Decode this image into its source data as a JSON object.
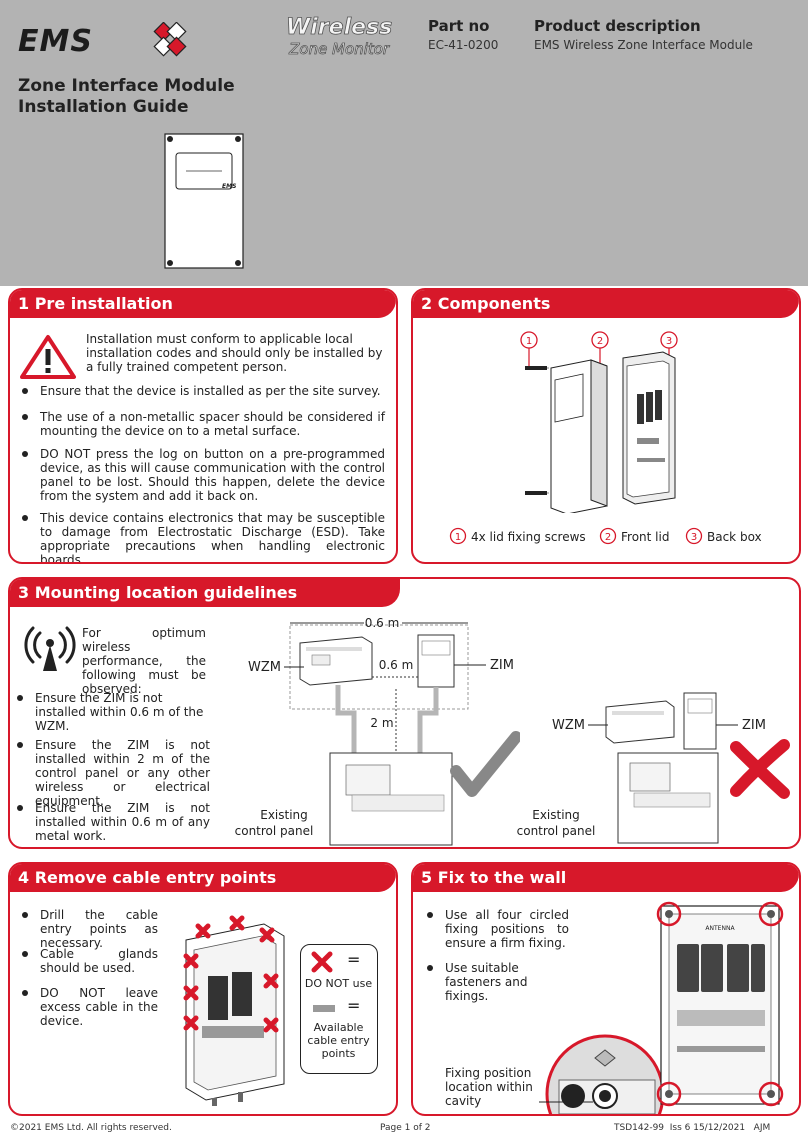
{
  "header": {
    "brand": "EMS",
    "product_logo_line1": "Wireless",
    "product_logo_line2": "Zone Monitor",
    "part_no_heading": "Part no",
    "part_no_value": "EC-41-0200",
    "product_description_heading": "Product description",
    "product_description_value": "EMS Wireless Zone Interface Module",
    "title_line1": "Zone Interface Module",
    "title_line2": "Installation Guide"
  },
  "section1": {
    "heading": "1 Pre installation",
    "warning": "Installation must conform to applicable local installation codes and should only be installed by a fully trained competent person.",
    "bullets": [
      "Ensure that the device is installed as per the site survey.",
      "The use of a non-metallic spacer should be considered if mounting the device on to a metal surface.",
      "DO NOT press the log on button on a pre-programmed device, as this will cause communication with the control panel to be lost. Should this happen, delete the device from the system and add it back on.",
      "This device contains electronics that may be susceptible to damage from Electrostatic Discharge (ESD). Take appropriate precautions when handling electronic boards."
    ]
  },
  "section2": {
    "heading": "2 Components",
    "callouts": [
      "1",
      "2",
      "3"
    ],
    "legend": [
      {
        "num": "1",
        "label": "4x lid fixing screws"
      },
      {
        "num": "2",
        "label": "Front lid"
      },
      {
        "num": "3",
        "label": "Back box"
      }
    ]
  },
  "section3": {
    "heading": "3 Mounting location guidelines",
    "intro": "For optimum wireless performance, the following must be observed:",
    "bullets": [
      "Ensure the ZIM is not installed within 0.6 m of the WZM.",
      "Ensure the ZIM is not installed within 2 m of the control panel or any other wireless or electrical equipment.",
      "Ensure the ZIM is not installed within 0.6 m of any metal work."
    ],
    "dist_top": "0.6 m",
    "dist_mid": "0.6 m",
    "dist_vertical": "2 m",
    "label_wzm": "WZM",
    "label_zim": "ZIM",
    "panel_label_line1": "Existing",
    "panel_label_line2": "control panel"
  },
  "section4": {
    "heading": "4 Remove cable entry points",
    "bullets": [
      "Drill the cable entry points as necessary.",
      "Cable glands should be used.",
      "DO NOT leave excess cable in the device."
    ],
    "key_do_not_use": "DO NOT use",
    "key_available_line1": "Available",
    "key_available_line2": "cable entry",
    "key_available_line3": "points",
    "equals": "="
  },
  "section5": {
    "heading": "5 Fix to the wall",
    "bullets": [
      "Use all four circled fixing positions to ensure a firm fixing.",
      "Use suitable fasteners and fixings."
    ],
    "fixing_label": "Fixing position location within cavity",
    "board_label": "ANTENNA"
  },
  "footer": {
    "copyright": "©2021 EMS Ltd. All rights reserved.",
    "page": "Page 1 of 2",
    "doc_ref": "TSD142-99  Iss 6 15/12/2021   AJM"
  },
  "colors": {
    "accent_red": "#d7182a",
    "header_grey": "#b3b3b3"
  }
}
